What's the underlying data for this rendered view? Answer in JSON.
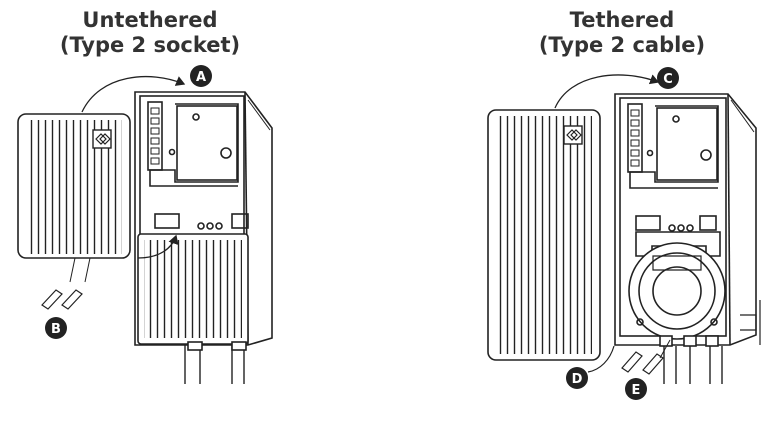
{
  "titles": {
    "left": {
      "line1": "Untethered",
      "line2": "(Type 2 socket)"
    },
    "right": {
      "line1": "Tethered",
      "line2": "(Type 2 cable)"
    }
  },
  "callouts": {
    "a": "A",
    "b": "B",
    "c": "C",
    "d": "D",
    "e": "E"
  },
  "colors": {
    "ink": "#222222",
    "callout_fill": "#222222",
    "callout_text": "#ffffff",
    "title": "#333333"
  }
}
